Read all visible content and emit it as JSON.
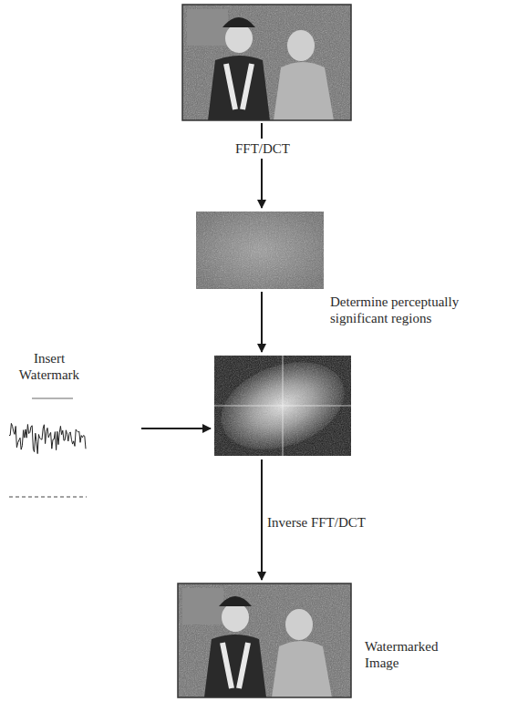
{
  "diagram": {
    "labels": [
      "FFT/DCT",
      "Determine perceptually significant regions",
      "Insert Watermark",
      "Inverse FFT/DCT",
      "Watermarked Image"
    ]
  }
}
